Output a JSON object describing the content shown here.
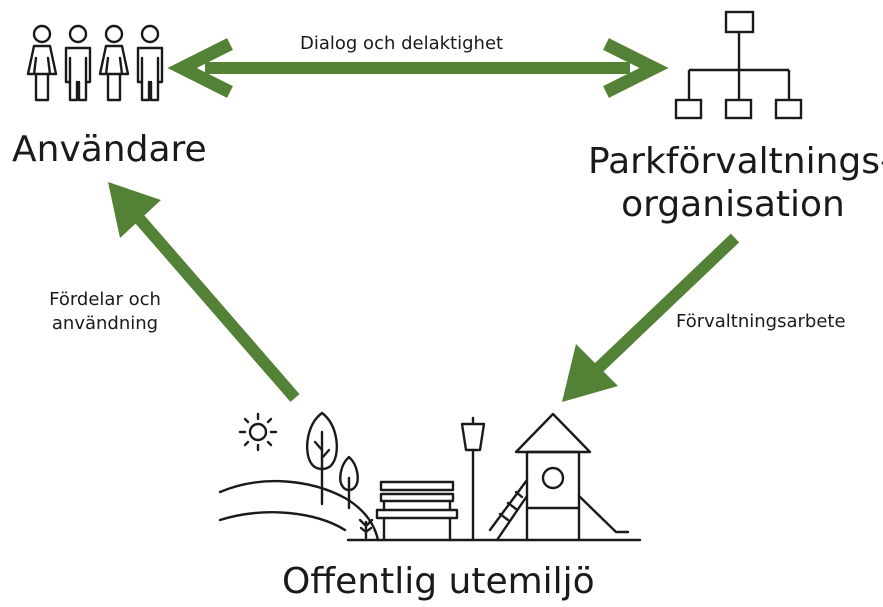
{
  "nodes": {
    "users": {
      "label": "Användare",
      "icon": "people-icon"
    },
    "organisation": {
      "label_line1": "Parkförvaltnings-",
      "label_line2": "organisation",
      "icon": "org-chart-icon"
    },
    "environment": {
      "label": "Offentlig utemiljö",
      "icon": "park-icon"
    }
  },
  "edges": {
    "dialog": {
      "label": "Dialog och delaktighet"
    },
    "management": {
      "label": "Förvaltningsarbete"
    },
    "benefits": {
      "label_line1": "Fördelar och",
      "label_line2": "användning"
    }
  },
  "colors": {
    "arrow": "#538135",
    "icon_stroke": "#1a1a1a",
    "background": "#ffffff"
  }
}
